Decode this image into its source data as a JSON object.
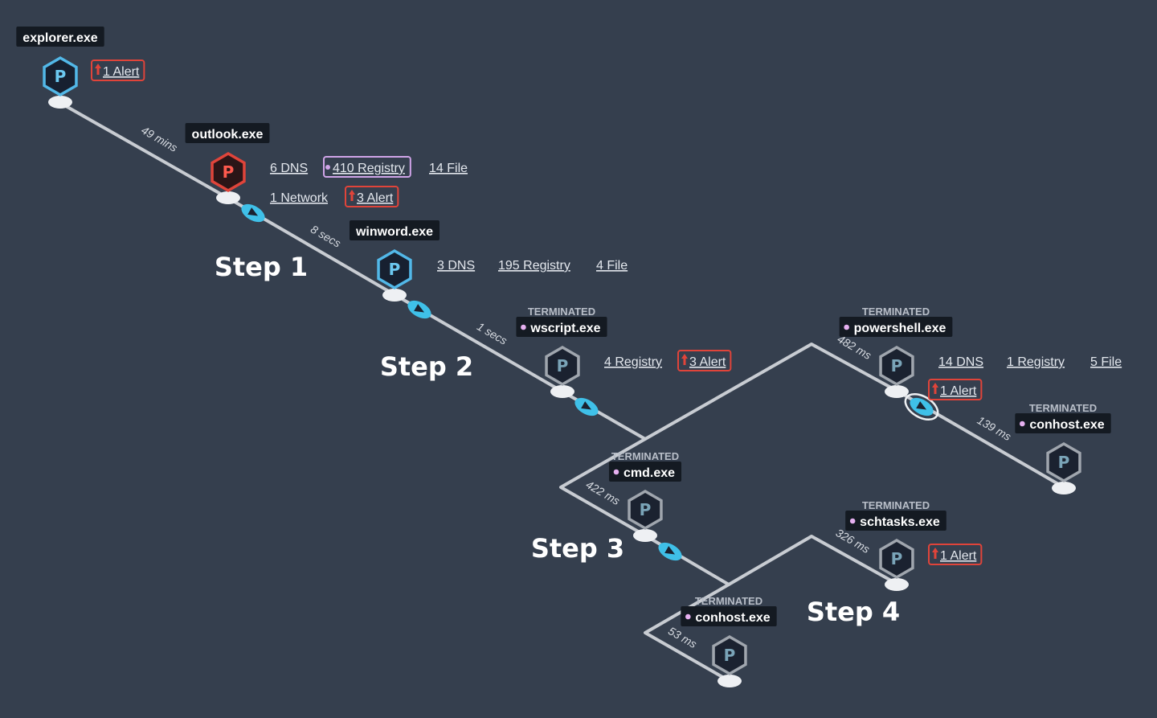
{
  "colors": {
    "background": "#353f4e",
    "edge": "#c8ccd2",
    "node_default": "#1b2230",
    "node_stroke_default": "#a0a6ae",
    "node_highlight_stroke": "#52b8e8",
    "node_alert_fill": "#2a1416",
    "node_alert_stroke": "#e0443a",
    "alert_border": "#e0443a",
    "registry_border": "#d0a4e8",
    "connector": "#3fc0e8"
  },
  "status_terminated": "TERMINATED",
  "node_letter": "P",
  "steps": [
    "Step 1",
    "Step 2",
    "Step 3",
    "Step 4"
  ],
  "nodes": [
    {
      "id": "explorer",
      "name": "explorer.exe",
      "terminated": false,
      "links": [
        {
          "text": "1 Alert",
          "kind": "alert"
        }
      ]
    },
    {
      "id": "outlook",
      "name": "outlook.exe",
      "terminated": false,
      "links": [
        {
          "text": "6 DNS",
          "kind": "plain"
        },
        {
          "text": "410 Registry",
          "kind": "registry"
        },
        {
          "text": "14 File",
          "kind": "plain"
        },
        {
          "text": "1 Network",
          "kind": "plain"
        },
        {
          "text": "3 Alert",
          "kind": "alert"
        }
      ]
    },
    {
      "id": "winword",
      "name": "winword.exe",
      "terminated": false,
      "links": [
        {
          "text": "3 DNS",
          "kind": "plain"
        },
        {
          "text": "195 Registry",
          "kind": "plain"
        },
        {
          "text": "4 File",
          "kind": "plain"
        }
      ]
    },
    {
      "id": "wscript",
      "name": "wscript.exe",
      "terminated": true,
      "links": [
        {
          "text": "4 Registry",
          "kind": "plain"
        },
        {
          "text": "3 Alert",
          "kind": "alert"
        }
      ]
    },
    {
      "id": "cmd",
      "name": "cmd.exe",
      "terminated": true,
      "links": []
    },
    {
      "id": "powershell",
      "name": "powershell.exe",
      "terminated": true,
      "links": [
        {
          "text": "14 DNS",
          "kind": "plain"
        },
        {
          "text": "1 Registry",
          "kind": "plain"
        },
        {
          "text": "5 File",
          "kind": "plain"
        },
        {
          "text": "1 Alert",
          "kind": "alert"
        }
      ]
    },
    {
      "id": "conhost1",
      "name": "conhost.exe",
      "terminated": true,
      "links": []
    },
    {
      "id": "schtasks",
      "name": "schtasks.exe",
      "terminated": true,
      "links": [
        {
          "text": "1 Alert",
          "kind": "alert"
        }
      ]
    },
    {
      "id": "conhost2",
      "name": "conhost.exe",
      "terminated": true,
      "links": []
    }
  ],
  "durations": [
    "49 mins",
    "8 secs",
    "1 secs",
    "482 ms",
    "139 ms",
    "422 ms",
    "326 ms",
    "53 ms"
  ]
}
